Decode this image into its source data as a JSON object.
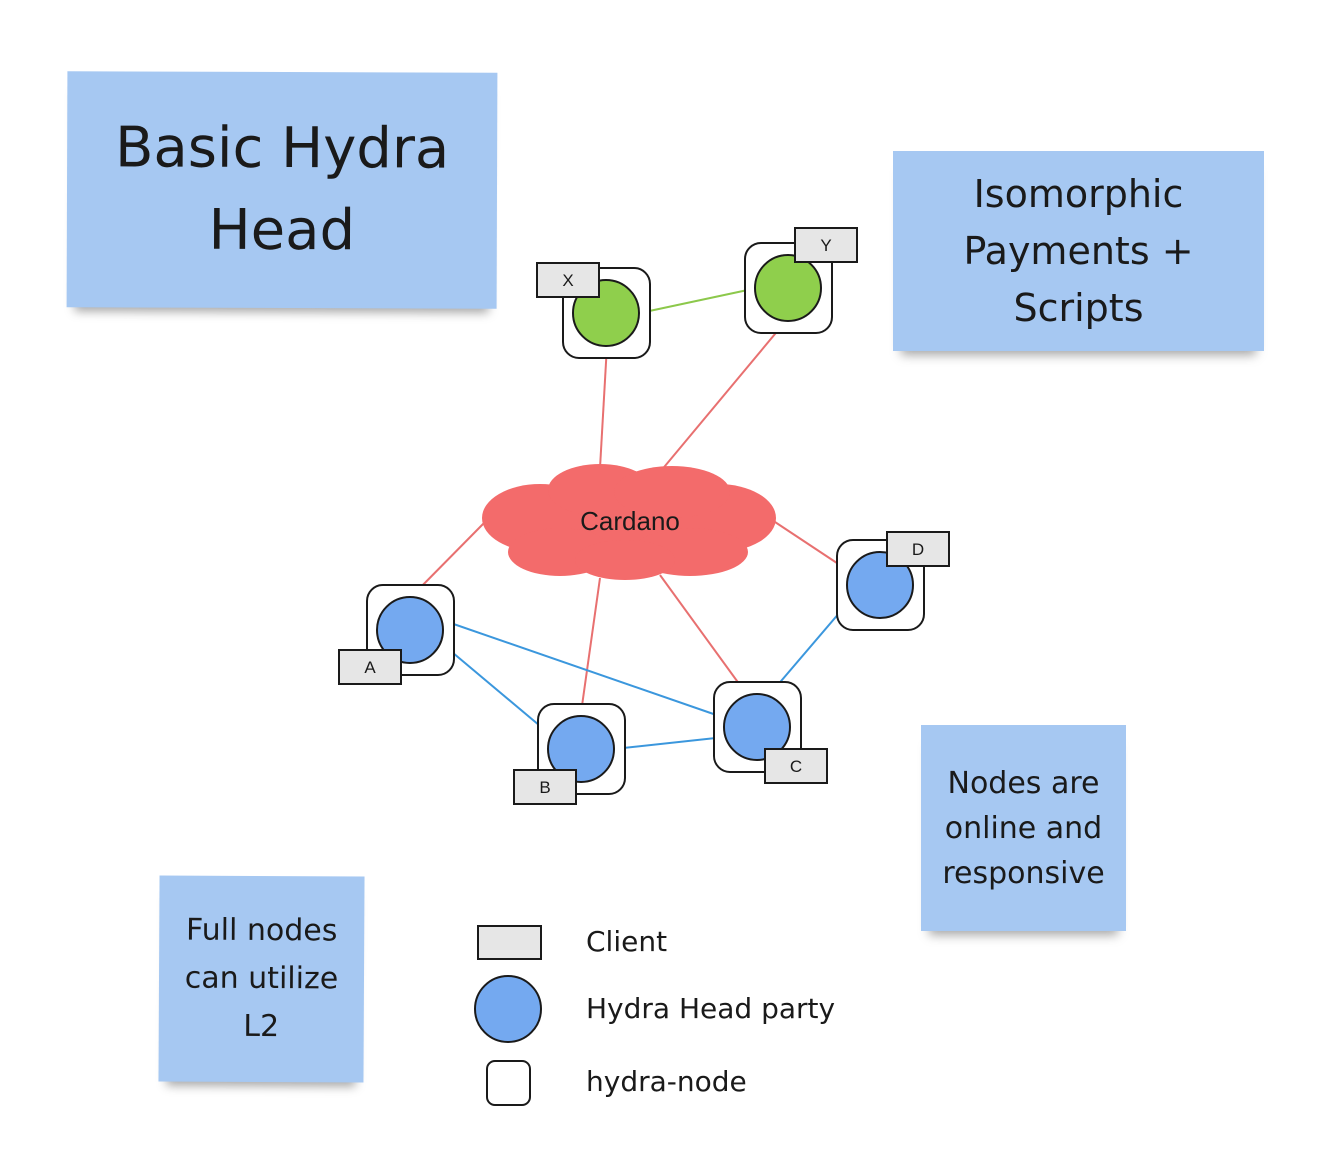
{
  "notes": {
    "title": "Basic Hydra\nHead",
    "isomorphic": "Isomorphic\nPayments +\nScripts",
    "nodes_online": "Nodes are\nonline and\nresponsive",
    "full_nodes": "Full nodes\ncan utilize\nL2"
  },
  "cloud_label": "Cardano",
  "clients": {
    "x": "X",
    "y": "Y",
    "a": "A",
    "b": "B",
    "c": "C",
    "d": "D"
  },
  "legend": {
    "client": "Client",
    "party": "Hydra Head party",
    "node": "hydra-node"
  },
  "colors": {
    "sticky": "#a6c8f2",
    "cloud": "#f36b6b",
    "green_party": "#8fcf4c",
    "blue_party": "#74a9f0",
    "client_fill": "#e6e6e6",
    "red_link": "#e87070",
    "blue_link": "#3b97dd",
    "green_link": "#8cc84b"
  }
}
